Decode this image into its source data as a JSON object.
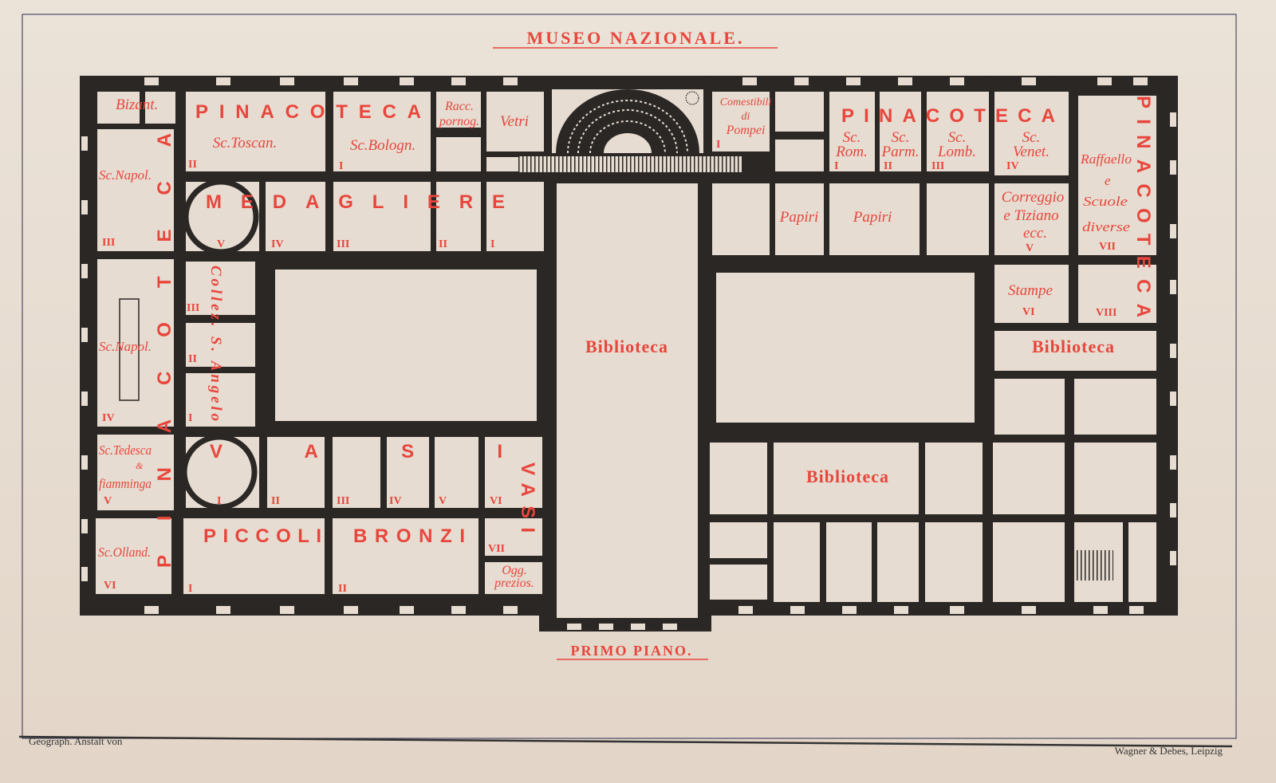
{
  "title": "MUSEO NAZIONALE.",
  "subtitle": "PRIMO PIANO.",
  "imprint_left": "Geograph. Anstalt von",
  "imprint_right": "Wagner & Debes, Leipzig",
  "colors": {
    "label": "#e8463c",
    "wall": "#2b2725",
    "paper": "#e9dfd4"
  },
  "sections": {
    "pinacoteca": "PINACOTECA",
    "medagliere": "MEDAGLIERE",
    "vasi": "VASI",
    "piccoli": "PICCOLI",
    "bronzi": "BRONZI",
    "colle": "Collez. S. Angelo",
    "biblioteca": "Biblioteca"
  },
  "rooms": {
    "bizant": "Bizant.",
    "toscan": "Sc.Toscan.",
    "bologn": "Sc.Bologn.",
    "racc": [
      "Racc.",
      "pornog."
    ],
    "vetri": "Vetri",
    "napol": "Sc.Napol.",
    "tedesca": [
      "Sc.Tedesca",
      "&",
      "fiamminga"
    ],
    "olland": "Sc.Olland.",
    "comestibili": [
      "Comestibili",
      "di",
      "Pompei"
    ],
    "rom": [
      "Sc.",
      "Rom."
    ],
    "parm": [
      "Sc.",
      "Parm."
    ],
    "lomb": [
      "Sc.",
      "Lomb."
    ],
    "venet": [
      "Sc.",
      "Venet."
    ],
    "raffaello": [
      "Raffaello",
      "e",
      "Scuole",
      "diverse"
    ],
    "papiri": "Papiri",
    "correggio": [
      "Correggio",
      "e Tiziano",
      "ecc."
    ],
    "stampe": "Stampe",
    "ogg": [
      "Ogg.",
      "prezios."
    ]
  },
  "numerals": {
    "toscan": "II",
    "bologn": "I",
    "napol3": "III",
    "napol4": "IV",
    "tedesca": "V",
    "olland": "VI",
    "med5": "V",
    "med4": "IV",
    "med3": "III",
    "med2": "II",
    "med1": "I",
    "colle3": "III",
    "colle2": "II",
    "colle1": "I",
    "vasi1": "I",
    "vasi2": "II",
    "vasi3": "III",
    "vasi4": "IV",
    "vasi5": "V",
    "vasi6": "VI",
    "vasi7": "VII",
    "piccoli": "I",
    "bronzi": "II",
    "comestibili": "I",
    "rom": "I",
    "parm": "II",
    "lomb": "III",
    "venet": "IV",
    "correggio": "V",
    "stampe": "VI",
    "raffaello": "VII",
    "viii": "VIII"
  }
}
